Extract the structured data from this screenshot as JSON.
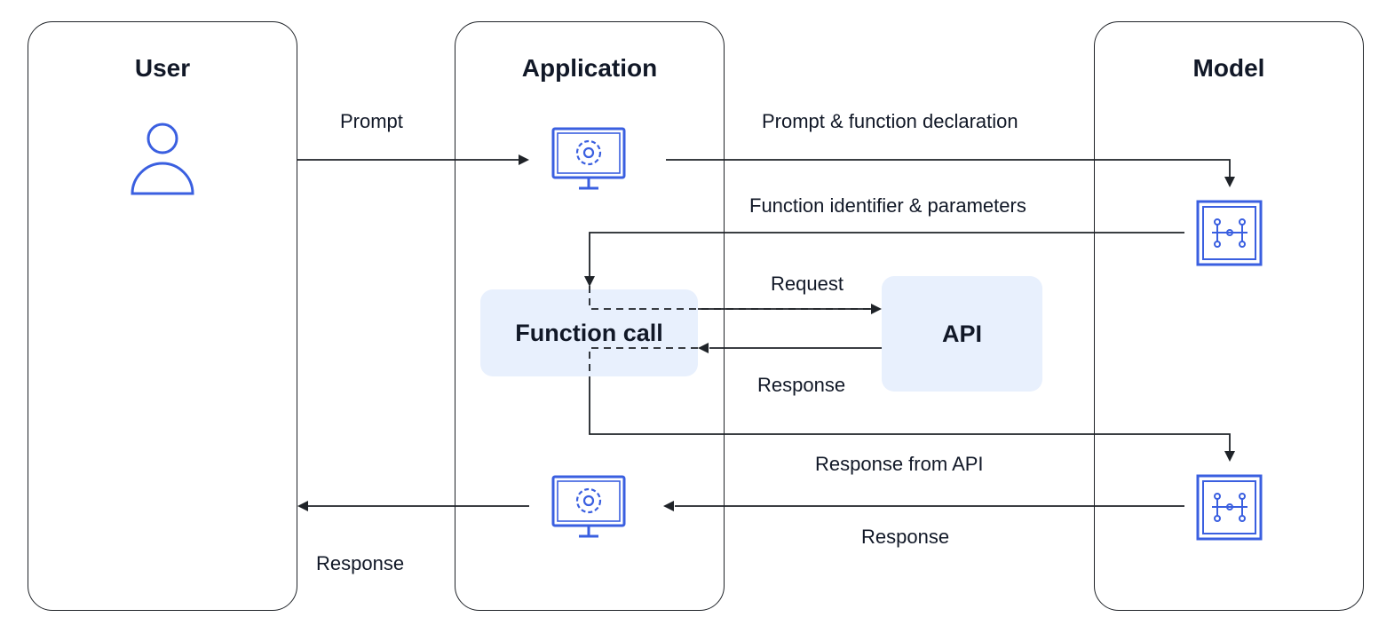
{
  "lanes": {
    "user": "User",
    "application": "Application",
    "model": "Model"
  },
  "boxes": {
    "function_call": "Function call",
    "api": "API"
  },
  "labels": {
    "prompt": "Prompt",
    "prompt_function_declaration": "Prompt & function declaration",
    "function_identifier_parameters": "Function identifier & parameters",
    "request": "Request",
    "response_from_box": "Response",
    "response_from_api": "Response from API",
    "response_model": "Response",
    "response_user": "Response"
  },
  "icons": [
    "user-icon",
    "app-settings-icon",
    "model-chip-icon"
  ],
  "colors": {
    "accent": "#3a5fe0",
    "box_fill": "#e8f0fd",
    "line": "#1f2328"
  }
}
